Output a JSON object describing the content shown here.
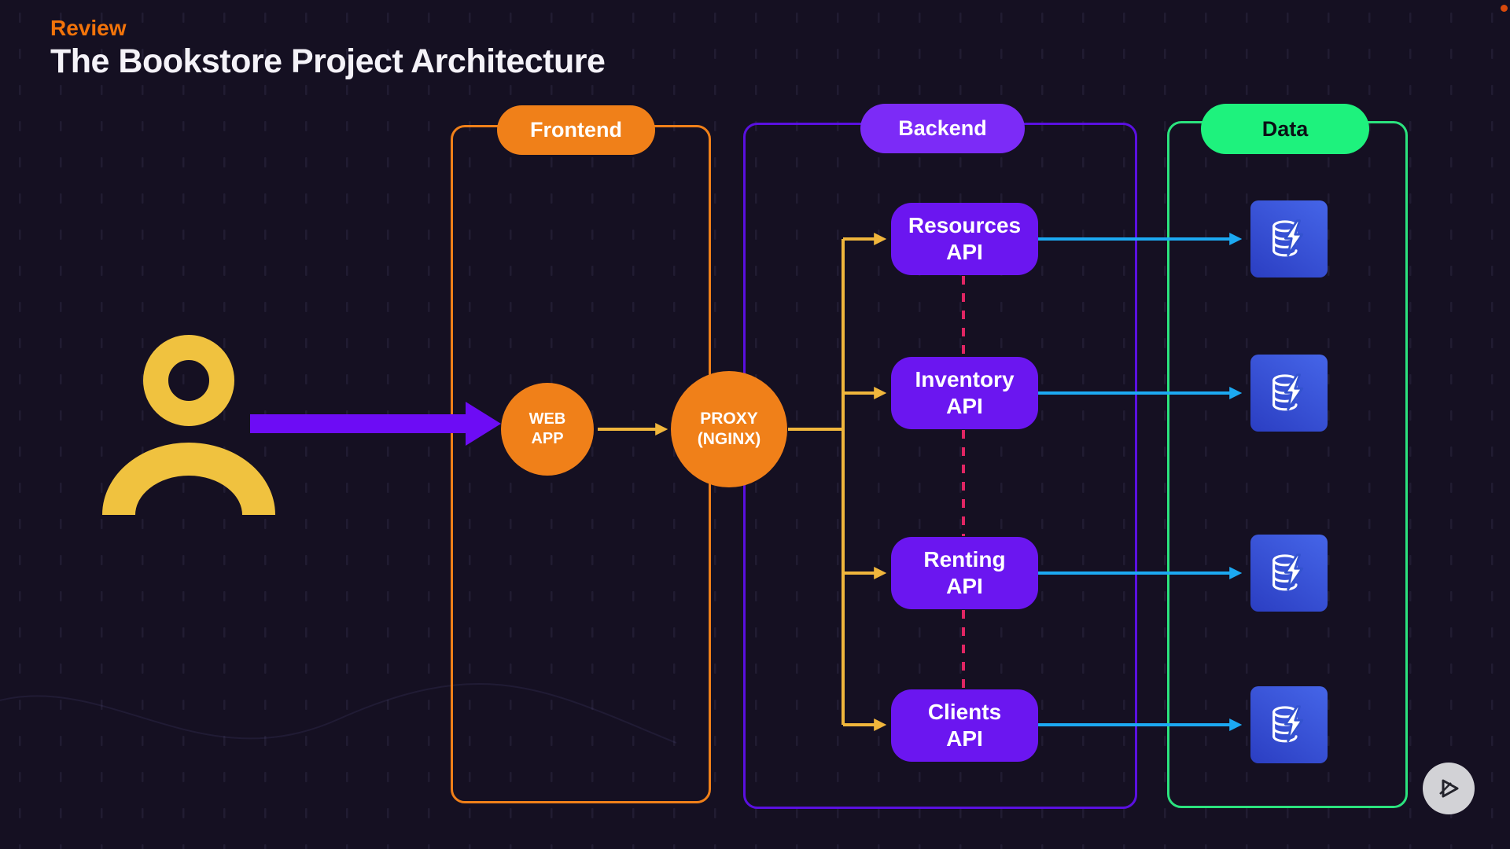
{
  "header": {
    "kicker": "Review",
    "title": "The Bookstore Project Architecture"
  },
  "sections": {
    "frontend": {
      "label": "Frontend"
    },
    "backend": {
      "label": "Backend"
    },
    "data": {
      "label": "Data"
    }
  },
  "nodes": {
    "user": {
      "icon": "person-icon"
    },
    "web_app": {
      "line1": "WEB",
      "line2": "APP"
    },
    "proxy": {
      "line1": "PROXY",
      "line2": "(NGINX)"
    },
    "apis": [
      {
        "line1": "Resources",
        "line2": "API"
      },
      {
        "line1": "Inventory",
        "line2": "API"
      },
      {
        "line1": "Renting",
        "line2": "API"
      },
      {
        "line1": "Clients",
        "line2": "API"
      }
    ],
    "databases": [
      {
        "icon": "database-bolt-icon"
      },
      {
        "icon": "database-bolt-icon"
      },
      {
        "icon": "database-bolt-icon"
      },
      {
        "icon": "database-bolt-icon"
      }
    ]
  },
  "footer": {
    "logo_icon": "play-logo-icon"
  },
  "colors": {
    "bg": "#151022",
    "kicker_orange": "#f2730a",
    "orange": "#f08019",
    "purple_border": "#5a10e0",
    "purple_pill": "#7c2bf7",
    "api_purple": "#6b16f0",
    "green": "#1ef27d",
    "green_border": "#2be37e",
    "yellow": "#f0b63c",
    "cyan": "#1ca9f2",
    "crimson": "#e02563",
    "user_yellow": "#f0c23f",
    "arrow_purple": "#6d0cf5",
    "db_blue_dark": "#2b3ec2",
    "db_blue_light": "#4565e8",
    "logo_gray": "#d2d2d6"
  }
}
